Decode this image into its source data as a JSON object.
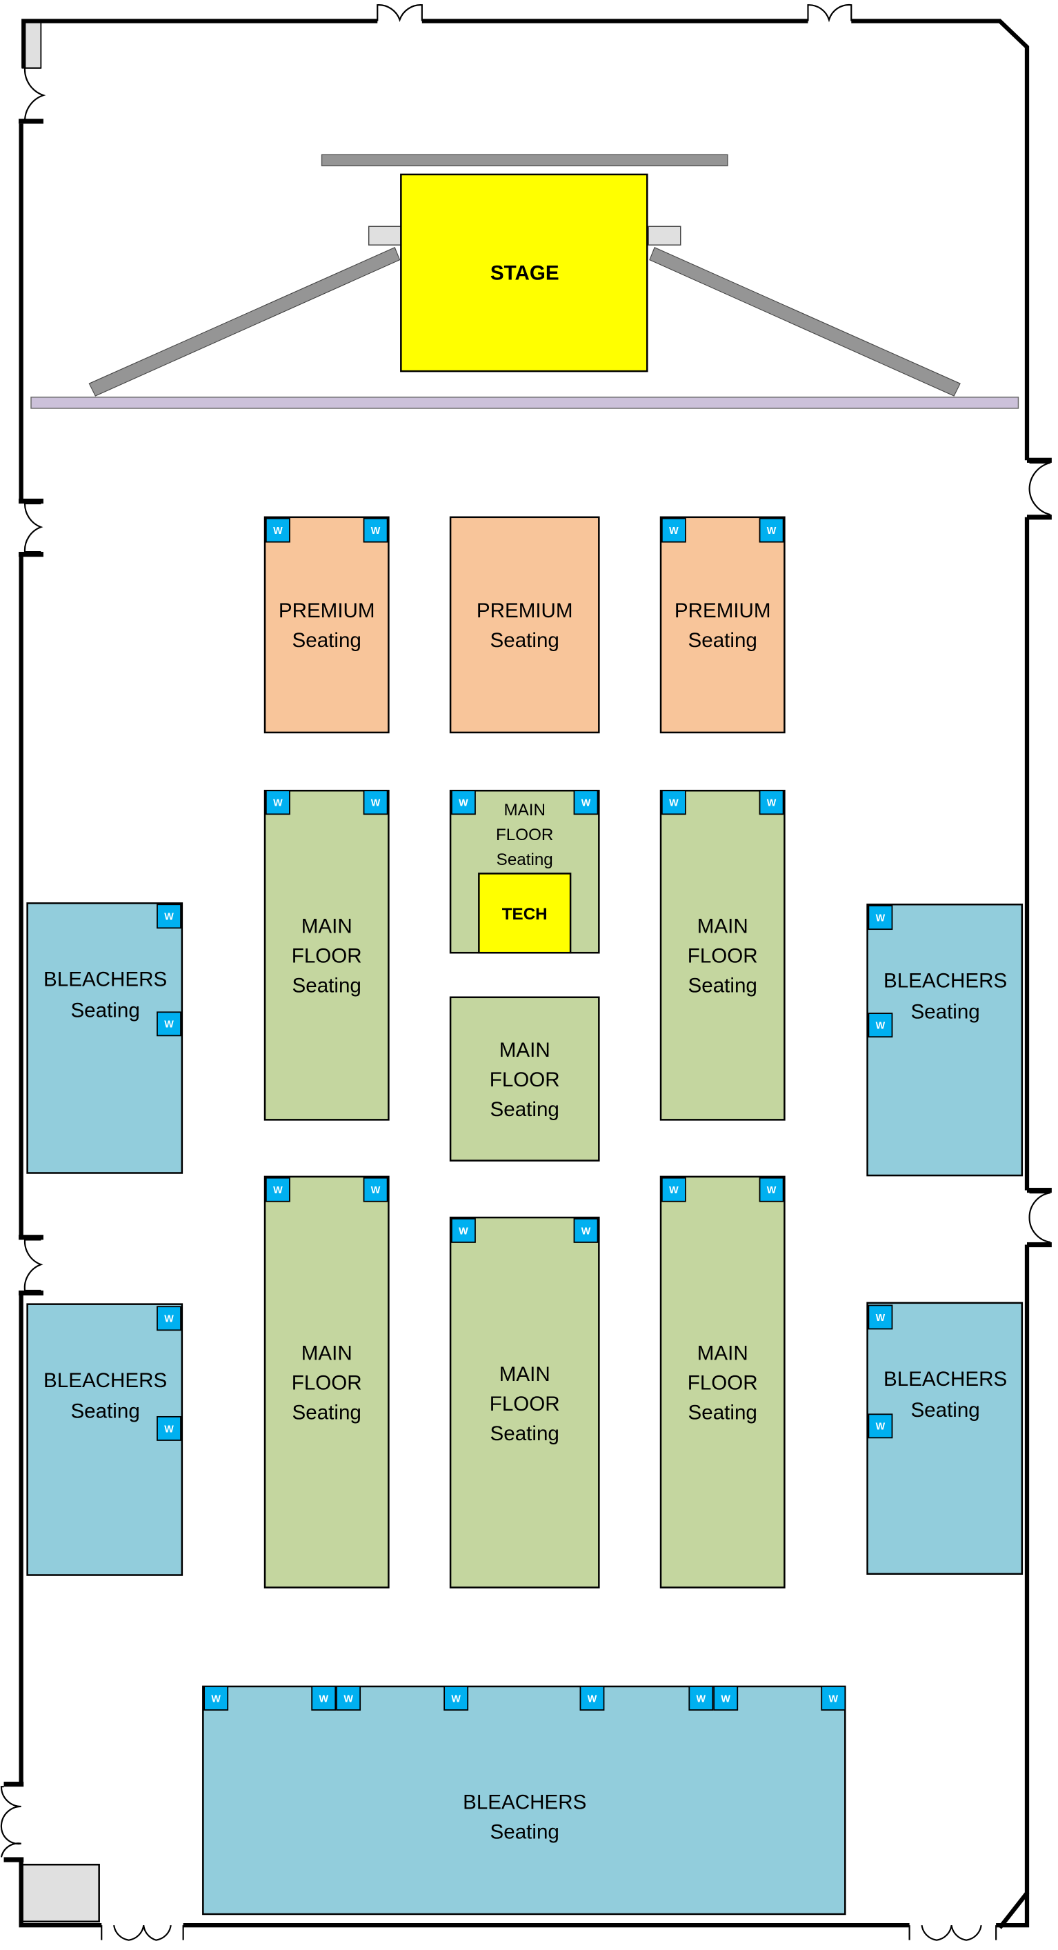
{
  "stage": {
    "label": "STAGE"
  },
  "tech": {
    "label": "TECH"
  },
  "badge_label": "W",
  "sections": {
    "premium_line1": "PREMIUM",
    "main_line1": "MAIN",
    "main_line2": "FLOOR",
    "bleachers_line1": "BLEACHERS",
    "seating_line": "Seating"
  },
  "colors": {
    "stage": "#FFFF00",
    "premium": "#F8C59A",
    "main_floor": "#C4D69F",
    "bleachers": "#92CDDC",
    "badge": "#00B0F0",
    "truss": "#959595",
    "barrier": "#CCC1DA",
    "storage": "#E0E0E0"
  }
}
